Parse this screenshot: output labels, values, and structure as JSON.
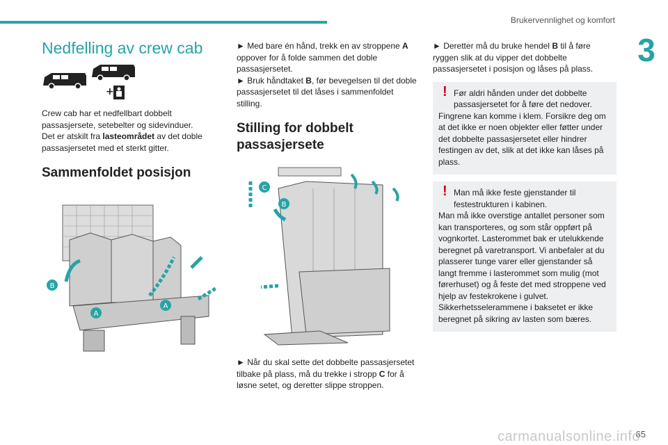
{
  "header": {
    "title": "Brukervennlighet og komfort",
    "chapter": "3"
  },
  "col1": {
    "title": "Nedfelling av crew cab",
    "intro_lines": [
      "Crew cab har et nedfellbart dobbelt",
      "passasjersete, setebelter og sidevinduer."
    ],
    "intro_pre": "Det er atskilt fra ",
    "intro_bold": "lasteområdet",
    "intro_post": " av det doble passasjersetet med et sterkt gitter.",
    "section_title": "Sammenfoldet posisjon",
    "fig_labels": {
      "a1": "A",
      "a2": "A",
      "b": "B"
    }
  },
  "col2": {
    "p1_pre": "► Med bare én hånd, trekk en av stroppene ",
    "p1_bold": "A",
    "p1_post": " oppover for å folde sammen det doble passasjersetet.",
    "p2_pre": "► Bruk håndtaket ",
    "p2_bold": "B",
    "p2_post": ", før bevegelsen til det doble passasjersetet til det låses i sammenfoldet stilling.",
    "section_title_l1": "Stilling for dobbelt",
    "section_title_l2": "passasjersete",
    "fig_labels": {
      "c": "C",
      "b": "B"
    },
    "p3_pre": "► Når du skal sette det dobbelte passasjersetet tilbake på plass, må du trekke i stropp ",
    "p3_bold": "C",
    "p3_post": " for å løsne setet, og deretter slippe stroppen."
  },
  "col3": {
    "p1_pre": "► Deretter må du bruke hendel ",
    "p1_bold": "B",
    "p1_post": " til å føre ryggen slik at du vipper det dobbelte passasjersetet i posisjon og låses på plass.",
    "warn1": {
      "first": "Før aldri hånden under det dobbelte passasjersetet for å føre det nedover.",
      "rest": "Fingrene kan komme i klem. Forsikre deg om at det ikke er noen objekter eller føtter under det dobbelte passasjersetet eller hindrer festingen av det, slik at det ikke kan låses på plass."
    },
    "warn2": {
      "first": "Man må ikke feste gjenstander til festestrukturen i kabinen.",
      "rest": "Man må ikke overstige antallet personer som kan transporteres, og som står oppført på vognkortet. Lasterommet bak er utelukkende beregnet på varetransport. Vi anbefaler at du plasserer tunge varer eller gjenstander så langt fremme i lasterommet som mulig (mot førerhuset) og å feste det med stroppene ved hjelp av festekrokene i gulvet. Sikkerhetsselerammene i baksetet er ikke beregnet på sikring av lasten som bæres."
    }
  },
  "footer": {
    "page": "65",
    "watermark": "carmanualsonline.info"
  },
  "colors": {
    "accent": "#27a3a6",
    "warning": "#d0021b",
    "note_bg": "#eeeff1"
  },
  "icons": {
    "van": "van-icon",
    "seat": "seat-plus-icon",
    "warning": "exclamation-icon",
    "arrow": "arrow-icon"
  }
}
